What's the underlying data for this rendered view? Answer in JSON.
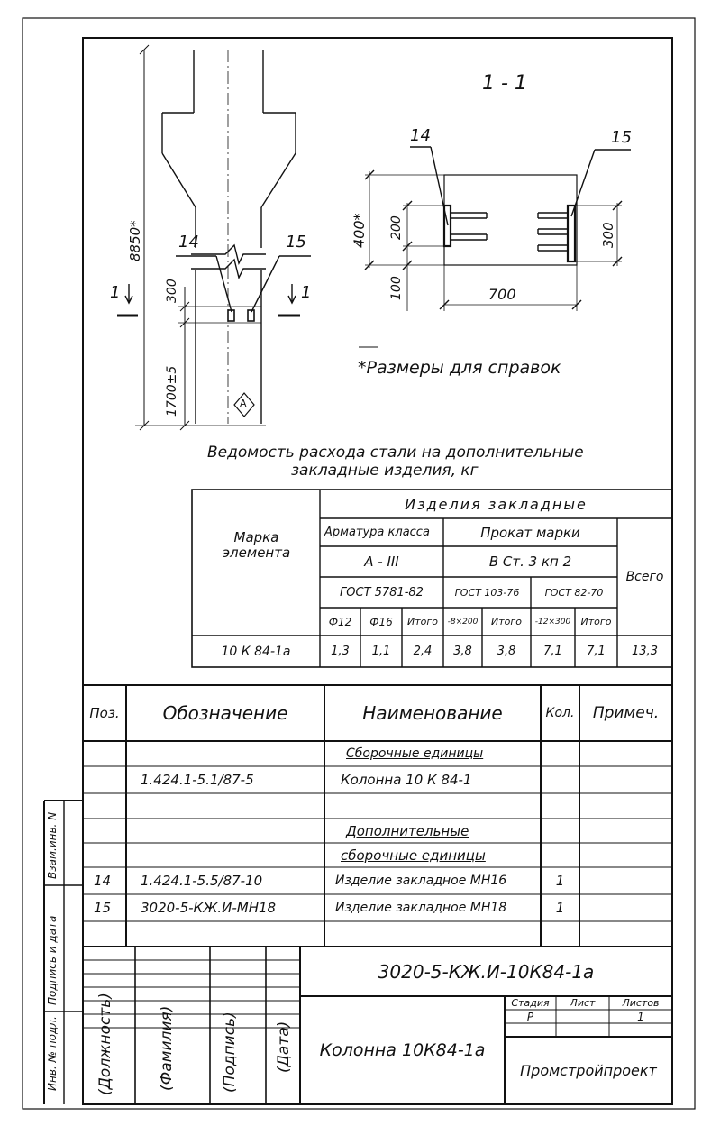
{
  "section": {
    "label": "1 - 1",
    "pos14": "14",
    "pos15": "15",
    "dim_400": "400*",
    "dim_200": "200",
    "dim_100": "100",
    "dim_300": "300",
    "dim_700": "700",
    "note": "*Размеры для справок"
  },
  "column": {
    "dim_8850": "8850*",
    "dim_300": "300",
    "dim_1700": "1700±5",
    "cut_left": "1",
    "cut_right": "1",
    "pos14": "14",
    "pos15": "15",
    "mark": "A"
  },
  "steel": {
    "title_line1": "Ведомость расхода стали на дополнительные",
    "title_line2": "закладные изделия, кг",
    "h_element": "Марка элемента",
    "h_items": "Изделия закладные",
    "h_rebar": "Арматура класса",
    "h_rolled": "Прокат марки",
    "h_total": "Всего",
    "h_a3": "А - III",
    "h_st3": "В Ст. 3 кп 2",
    "h_gost5781": "ГОСТ 5781-82",
    "h_gost103": "ГОСТ 103-76",
    "h_gost82": "ГОСТ 82-70",
    "sub": [
      "Ф12",
      "Ф16",
      "Итого",
      "-8×200",
      "Итого",
      "-12×300",
      "Итого"
    ],
    "row": {
      "mark": "10 К 84-1а",
      "values": [
        "1,3",
        "1,1",
        "2,4",
        "3,8",
        "3,8",
        "7,1",
        "7,1",
        "13,3"
      ]
    }
  },
  "spec": {
    "headers": {
      "pos": "Поз.",
      "designation": "Обозначение",
      "name": "Наименование",
      "qty": "Кол.",
      "note": "Примеч."
    },
    "rows": [
      {
        "pos": "",
        "designation": "",
        "name": "Сборочные единицы",
        "qty": "",
        "note": ""
      },
      {
        "pos": "",
        "designation": "1.424.1-5.1/87-5",
        "name": "Колонна 10 К 84-1",
        "qty": "",
        "note": ""
      },
      {
        "pos": "",
        "designation": "",
        "name": "",
        "qty": "",
        "note": ""
      },
      {
        "pos": "",
        "designation": "",
        "name": "Дополнительные",
        "qty": "",
        "note": ""
      },
      {
        "pos": "",
        "designation": "",
        "name": "сборочные единицы",
        "qty": "",
        "note": ""
      },
      {
        "pos": "14",
        "designation": "1.424.1-5.5/87-10",
        "name": "Изделие закладное МН16",
        "qty": "1",
        "note": ""
      },
      {
        "pos": "15",
        "designation": "3020-5-КЖ.И-МН18",
        "name": "Изделие закладное МН18",
        "qty": "1",
        "note": ""
      },
      {
        "pos": "",
        "designation": "",
        "name": "",
        "qty": "",
        "note": ""
      }
    ]
  },
  "stamp": {
    "code": "3020-5-КЖ.И-10К84-1а",
    "name": "Колонна 10К84-1а",
    "stage_h": "Стадия",
    "sheet_h": "Лист",
    "sheets_h": "Листов",
    "stage": "Р",
    "sheet": "",
    "sheets": "1",
    "org": "Промстройпроект",
    "col_position": "(Должность)",
    "col_surname": "(Фамилия)",
    "col_signature": "(Подпись)",
    "col_date": "(Дата)"
  },
  "margin": {
    "inv_orig": "Инв. № подл.",
    "sign_date": "Подпись и дата",
    "inv_repl": "Взам.инв. N"
  }
}
